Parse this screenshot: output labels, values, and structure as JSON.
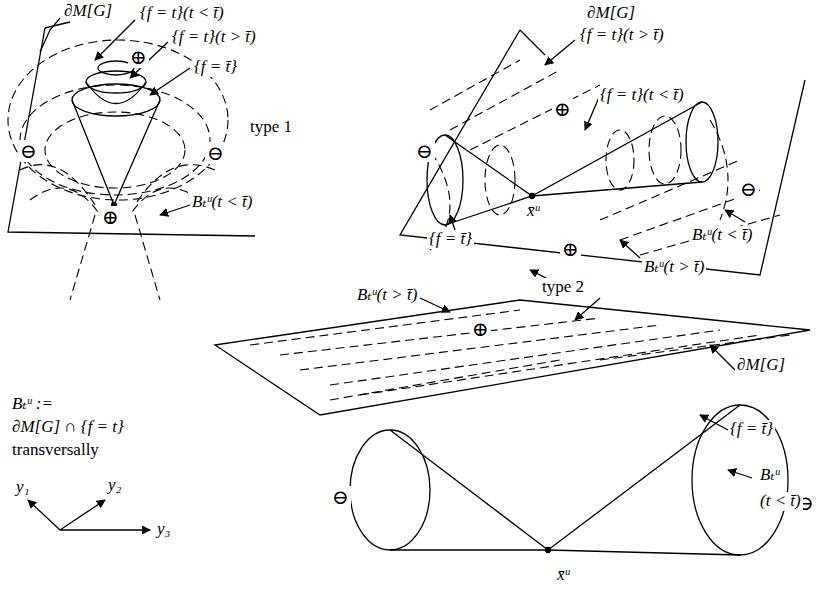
{
  "diagram": {
    "labels": [
      "∂M[G]",
      "{f = t}(t < t̄)",
      "{f = t}(t > t̄)",
      "⊕",
      "{f = t̄}",
      "type 1",
      "⊖",
      "⊖",
      "⊕",
      "Bₜᵘ(t < t̄)",
      "∂M[G]",
      "{f = t}(t > t̄)",
      "{f = t}(t < t̄)",
      "⊕",
      "⊖",
      "⊖",
      "x̄ᵘ",
      "{f = t̄}",
      "⊕",
      "Bₜᵘ(t < t̄)",
      "Bₜᵘ(t > t̄)",
      "type 2",
      "Bₜᵘ(t > t̄)",
      "⊕",
      "∂M[G]",
      "Bₜᵘ :=",
      "∂M[G] ∩ {f = t}",
      "transversally",
      "{f = t̄}",
      "⊖",
      "⊖",
      "x̄ᵘ",
      "Bₜᵘ",
      "(t < t̄)",
      "y₁",
      "y₂",
      "y₃"
    ]
  }
}
